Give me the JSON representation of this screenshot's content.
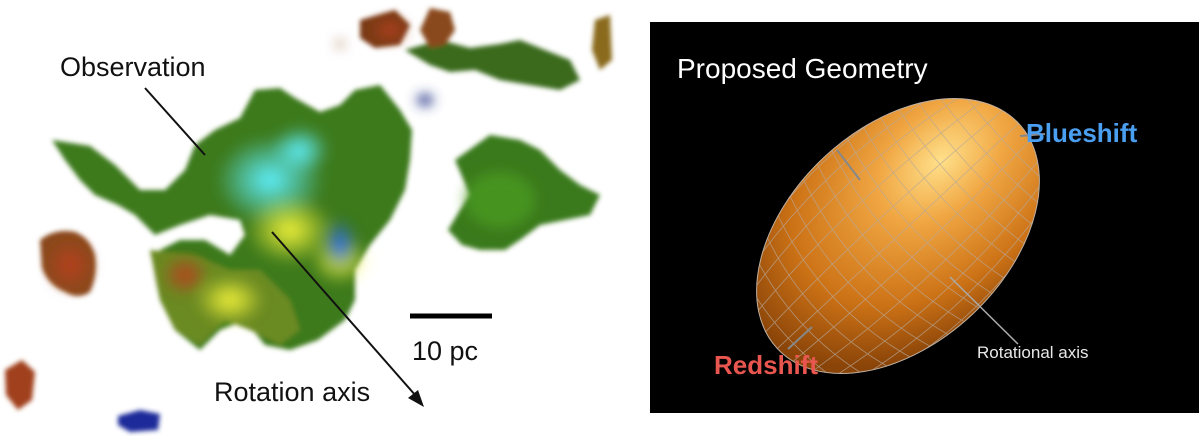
{
  "observation_panel": {
    "observation_label": "Observation",
    "rotation_axis_label": "Rotation axis",
    "scale_bar_label": "10 pc"
  },
  "geometry_panel": {
    "title": "Proposed Geometry",
    "blueshift_label": "Blueshift",
    "redshift_label": "Redshift",
    "rotational_axis_label": "Rotational axis"
  },
  "colors": {
    "blueshift": "#4a9ff0",
    "redshift": "#e8564f",
    "ellipsoid": "#e08a2a",
    "background_right": "#000000"
  }
}
